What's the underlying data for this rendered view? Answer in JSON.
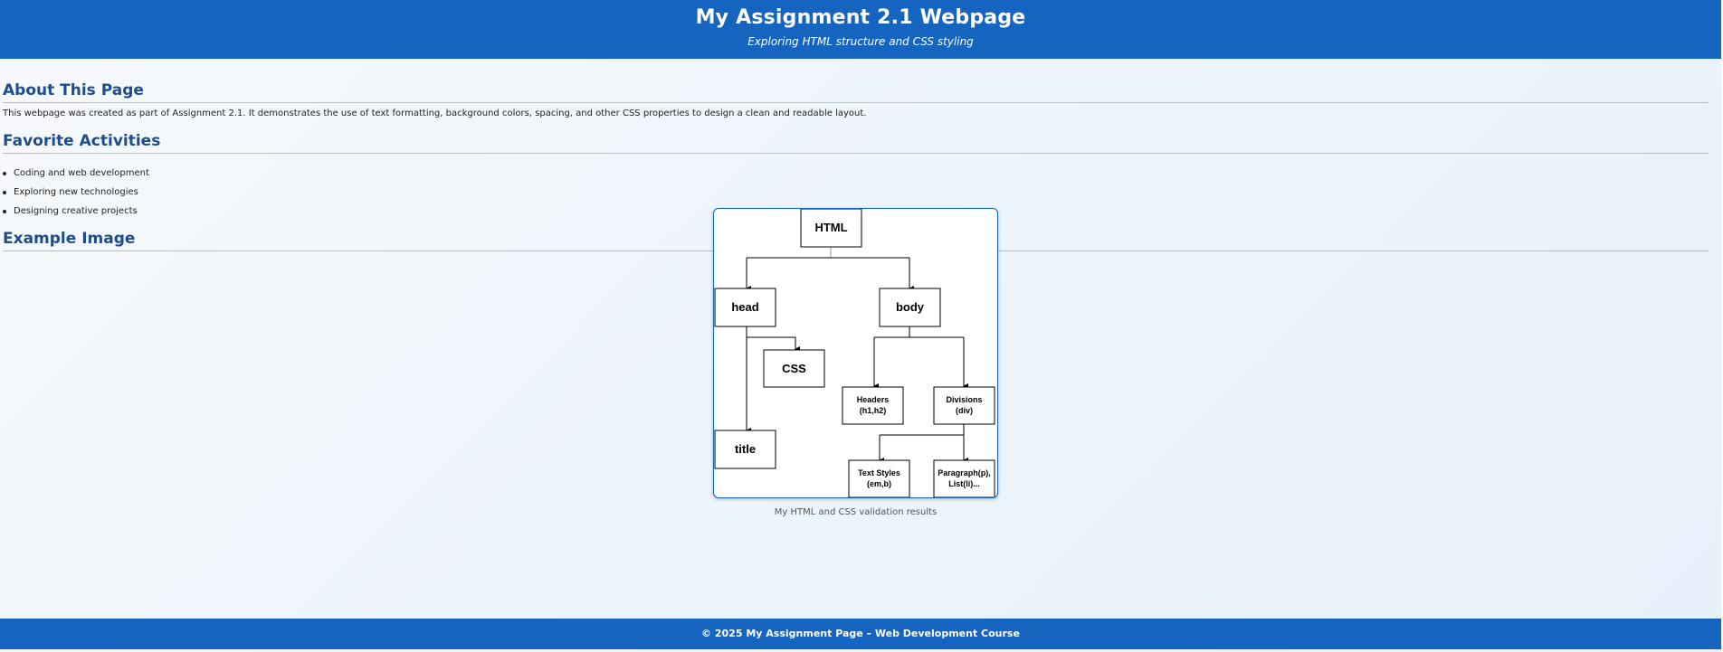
{
  "header": {
    "title": "My Assignment 2.1 Webpage",
    "subtitle": "Exploring HTML structure and CSS styling"
  },
  "about": {
    "heading": "About This Page",
    "text": "This webpage was created as part of Assignment 2.1. It demonstrates the use of text formatting, background colors, spacing, and other CSS properties to design a clean and readable layout."
  },
  "activities": {
    "heading": "Favorite Activities",
    "items": [
      "Coding and web development",
      "Exploring new technologies",
      "Designing creative projects"
    ]
  },
  "example": {
    "heading": "Example Image",
    "caption": "My HTML and CSS validation results",
    "diagram": {
      "root": "HTML",
      "head": "head",
      "body": "body",
      "css": "CSS",
      "title": "title",
      "headers_line1": "Headers",
      "headers_line2": "(h1,h2)",
      "divisions_line1": "Divisions",
      "divisions_line2": "(div)",
      "textstyles_line1": "Text Styles",
      "textstyles_line2": "(em,b)",
      "paragraph_line1": "Paragraph(p),",
      "paragraph_line2": "List(li)..."
    }
  },
  "footer": {
    "text": "© 2025 My Assignment Page – Web Development Course"
  },
  "colors": {
    "brand": "#1565c0",
    "heading": "#1e4d8c",
    "rule": "#9fc4e8"
  }
}
